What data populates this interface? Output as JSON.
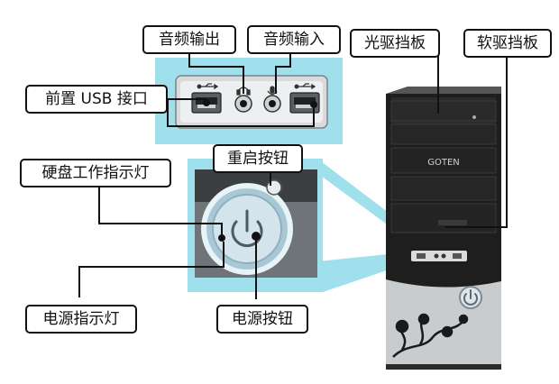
{
  "labels": {
    "audio_out": "音频输出",
    "audio_in": "音频输入",
    "optical_bay": "光驱挡板",
    "floppy_bay": "软驱挡板",
    "front_usb": "前置 USB 接口",
    "hdd_led": "硬盘工作指示灯",
    "reset_button": "重启按钮",
    "power_led": "电源指示灯",
    "power_button": "电源按钮"
  },
  "case_brand": "GOTEN",
  "colors": {
    "highlight": "#9fe0ec",
    "outline": "#111111",
    "case_body": "#1e1e1e",
    "case_silver": "#c9ccce"
  },
  "icons": [
    "usb-icon",
    "headphone-icon",
    "microphone-icon",
    "power-icon",
    "flower-decoration"
  ]
}
